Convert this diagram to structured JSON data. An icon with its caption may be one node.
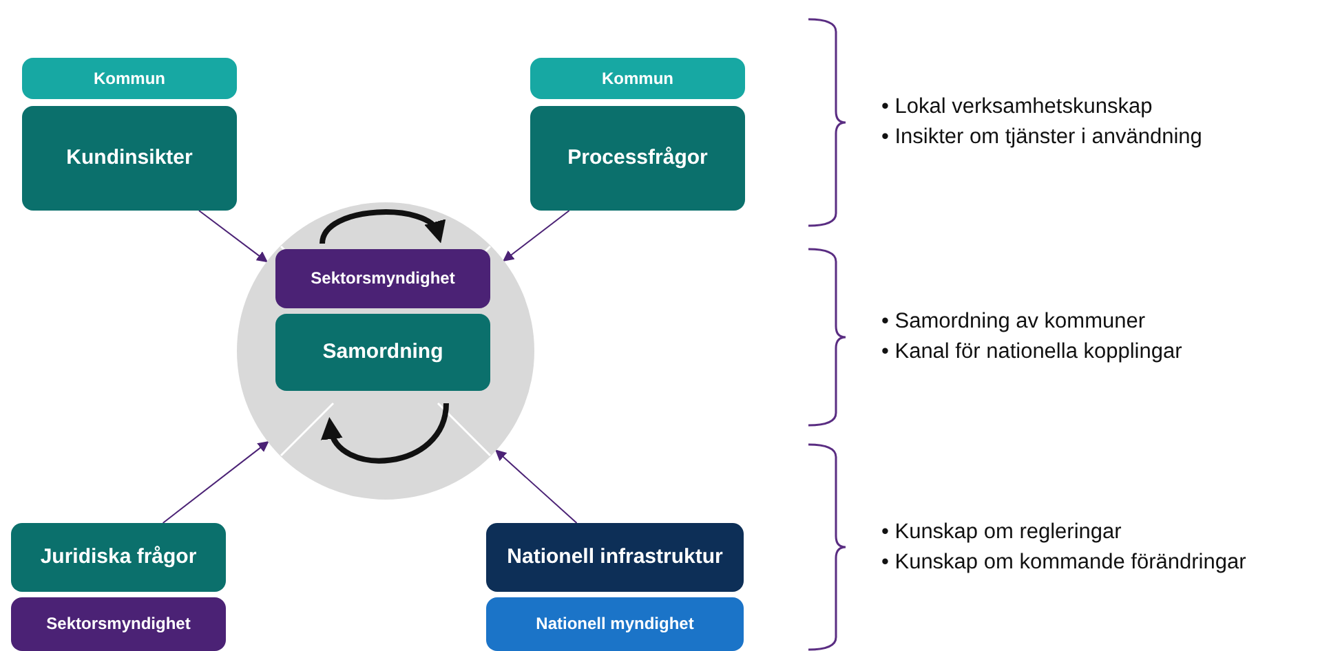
{
  "diagram": {
    "nodes": [
      {
        "text": [
          "Kommun"
        ]
      },
      {
        "text": [
          "Kundinsikter"
        ]
      },
      {
        "text": [
          "Kommun"
        ]
      },
      {
        "text": [
          "Processfrågor"
        ]
      },
      {
        "text": [],
        "shape": "circle"
      },
      {
        "text": [
          "Sektorsmyndighet"
        ],
        "in": 4
      },
      {
        "text": [
          "Samordning"
        ],
        "in": 4
      },
      {
        "text": [
          "Juridiska frågor"
        ]
      },
      {
        "text": [
          "Sektorsmyndighet"
        ]
      },
      {
        "text": [
          "Nationell infrastruktur"
        ]
      },
      {
        "text": [
          "Nationell myndighet"
        ]
      }
    ],
    "edges": [
      {
        "from": 1,
        "to": 4,
        "arrow": "to"
      },
      {
        "from": 3,
        "to": 4,
        "arrow": "to"
      },
      {
        "from": 7,
        "to": 4,
        "arrow": "to"
      },
      {
        "from": 9,
        "to": 4,
        "arrow": "to"
      }
    ],
    "labels": [
      "• Lokal verksamhetskunskap",
      "• Insikter om tjänster i användning",
      "• Samordning av kommuner",
      "• Kanal för nationella kopplingar",
      "• Kunskap om regleringar",
      "• Kunskap om kommande förändringar"
    ]
  }
}
